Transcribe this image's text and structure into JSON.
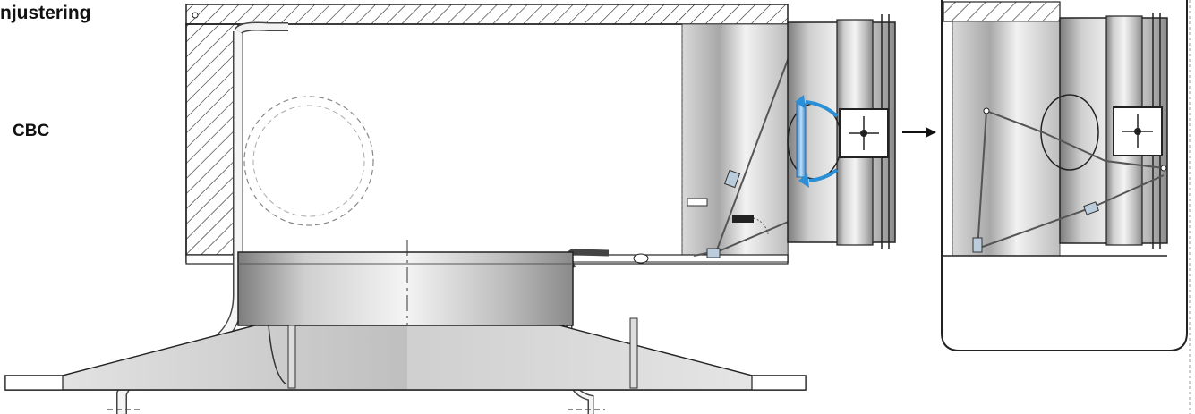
{
  "heading": "njustering",
  "product_label": "CBC",
  "colors": {
    "adjust_arrow": "#2a8fd6",
    "line": "#222222",
    "hatch_fill": "#ffffff"
  },
  "icons": {
    "rotate_arrows": "curved-arrow",
    "next_step": "right-arrow",
    "damper_symbol": "damper-position-symbol"
  }
}
